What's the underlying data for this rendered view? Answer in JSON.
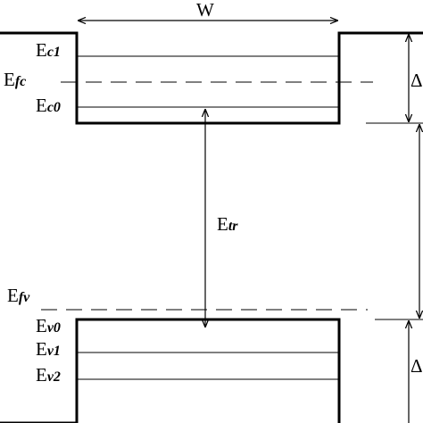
{
  "width_label": "W",
  "levels": {
    "ec1": {
      "main": "E",
      "sub": "c1"
    },
    "efc": {
      "main": "E",
      "sub": "fc"
    },
    "ec0": {
      "main": "E",
      "sub": "c0"
    },
    "etr": {
      "main": "E",
      "sub": "tr"
    },
    "efv": {
      "main": "E",
      "sub": "fv"
    },
    "ev0": {
      "main": "E",
      "sub": "v0"
    },
    "ev1": {
      "main": "E",
      "sub": "v1"
    },
    "ev2": {
      "main": "E",
      "sub": "v2"
    }
  },
  "right_labels": {
    "delta_top": "Δ",
    "delta_bottom": "Δ"
  },
  "colors": {
    "line": "#000000",
    "background": "#ffffff"
  }
}
